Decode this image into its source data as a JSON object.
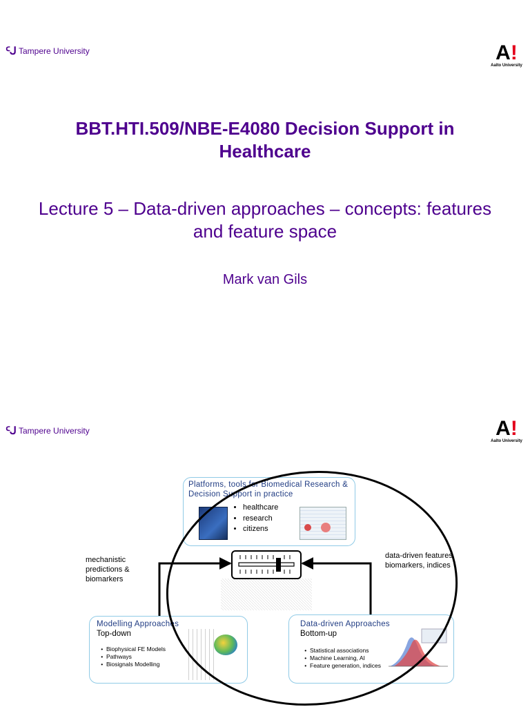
{
  "slide1": {
    "logo_left": "Tampere University",
    "logo_right_mark": "A",
    "logo_right_bang": "!",
    "logo_right_text": "Aalto University",
    "title": "BBT.HTI.509/NBE-E4080 Decision Support in Healthcare",
    "subtitle": "Lecture 5 – Data-driven approaches – concepts: features and feature space",
    "author": "Mark van Gils"
  },
  "slide2": {
    "logo_left": "Tampere University",
    "logo_right_mark": "A",
    "logo_right_bang": "!",
    "logo_right_text": "Aalto University",
    "platform_box": {
      "heading": "Platforms, tools for Biomedical Research & Decision Support in practice",
      "bullets": [
        "healthcare",
        "research",
        "citizens"
      ]
    },
    "modelling_box": {
      "heading": "Modelling Approaches",
      "subheading": "Top-down",
      "bullets": [
        "Biophysical FE Models",
        "Pathways",
        "Biosignals Modelling"
      ]
    },
    "datadriven_box": {
      "heading": "Data-driven Approaches",
      "subheading": "Bottom-up",
      "bullets": [
        "Statistical associations",
        "Machine Learning, AI",
        "Feature generation, indices"
      ]
    },
    "left_label": "mechanistic predictions & biomarkers",
    "right_label": "data-driven features, biomarkers, indices"
  }
}
